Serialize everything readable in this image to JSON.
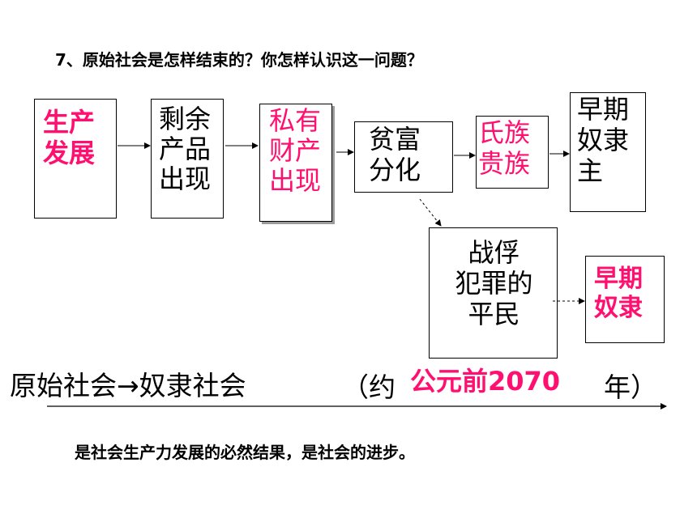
{
  "question": "7、原始社会是怎样结束的？你怎样认识这一问题？",
  "nodes": {
    "production": "生产\n发展",
    "surplus": "剩余\n产品\n出现",
    "private_property": "私有\n财产\n出现",
    "wealth_gap": "贫富\n分化",
    "nobles": "氏族\n贵族",
    "early_slave_owners": "早期\n奴隶\n主",
    "captives": "战俘\n犯罪的\n平民",
    "early_slaves": "早期\n奴隶"
  },
  "timeline": {
    "left": "原始社会→奴隶社会",
    "paren_open": "（约",
    "date": "公元前2070",
    "paren_close": "年）"
  },
  "conclusion": "是社会生产力发展的必然结果，是社会的进步。",
  "colors": {
    "highlight": "#ff0f6f",
    "text": "#000000",
    "shadow": "#9a9a9a"
  }
}
